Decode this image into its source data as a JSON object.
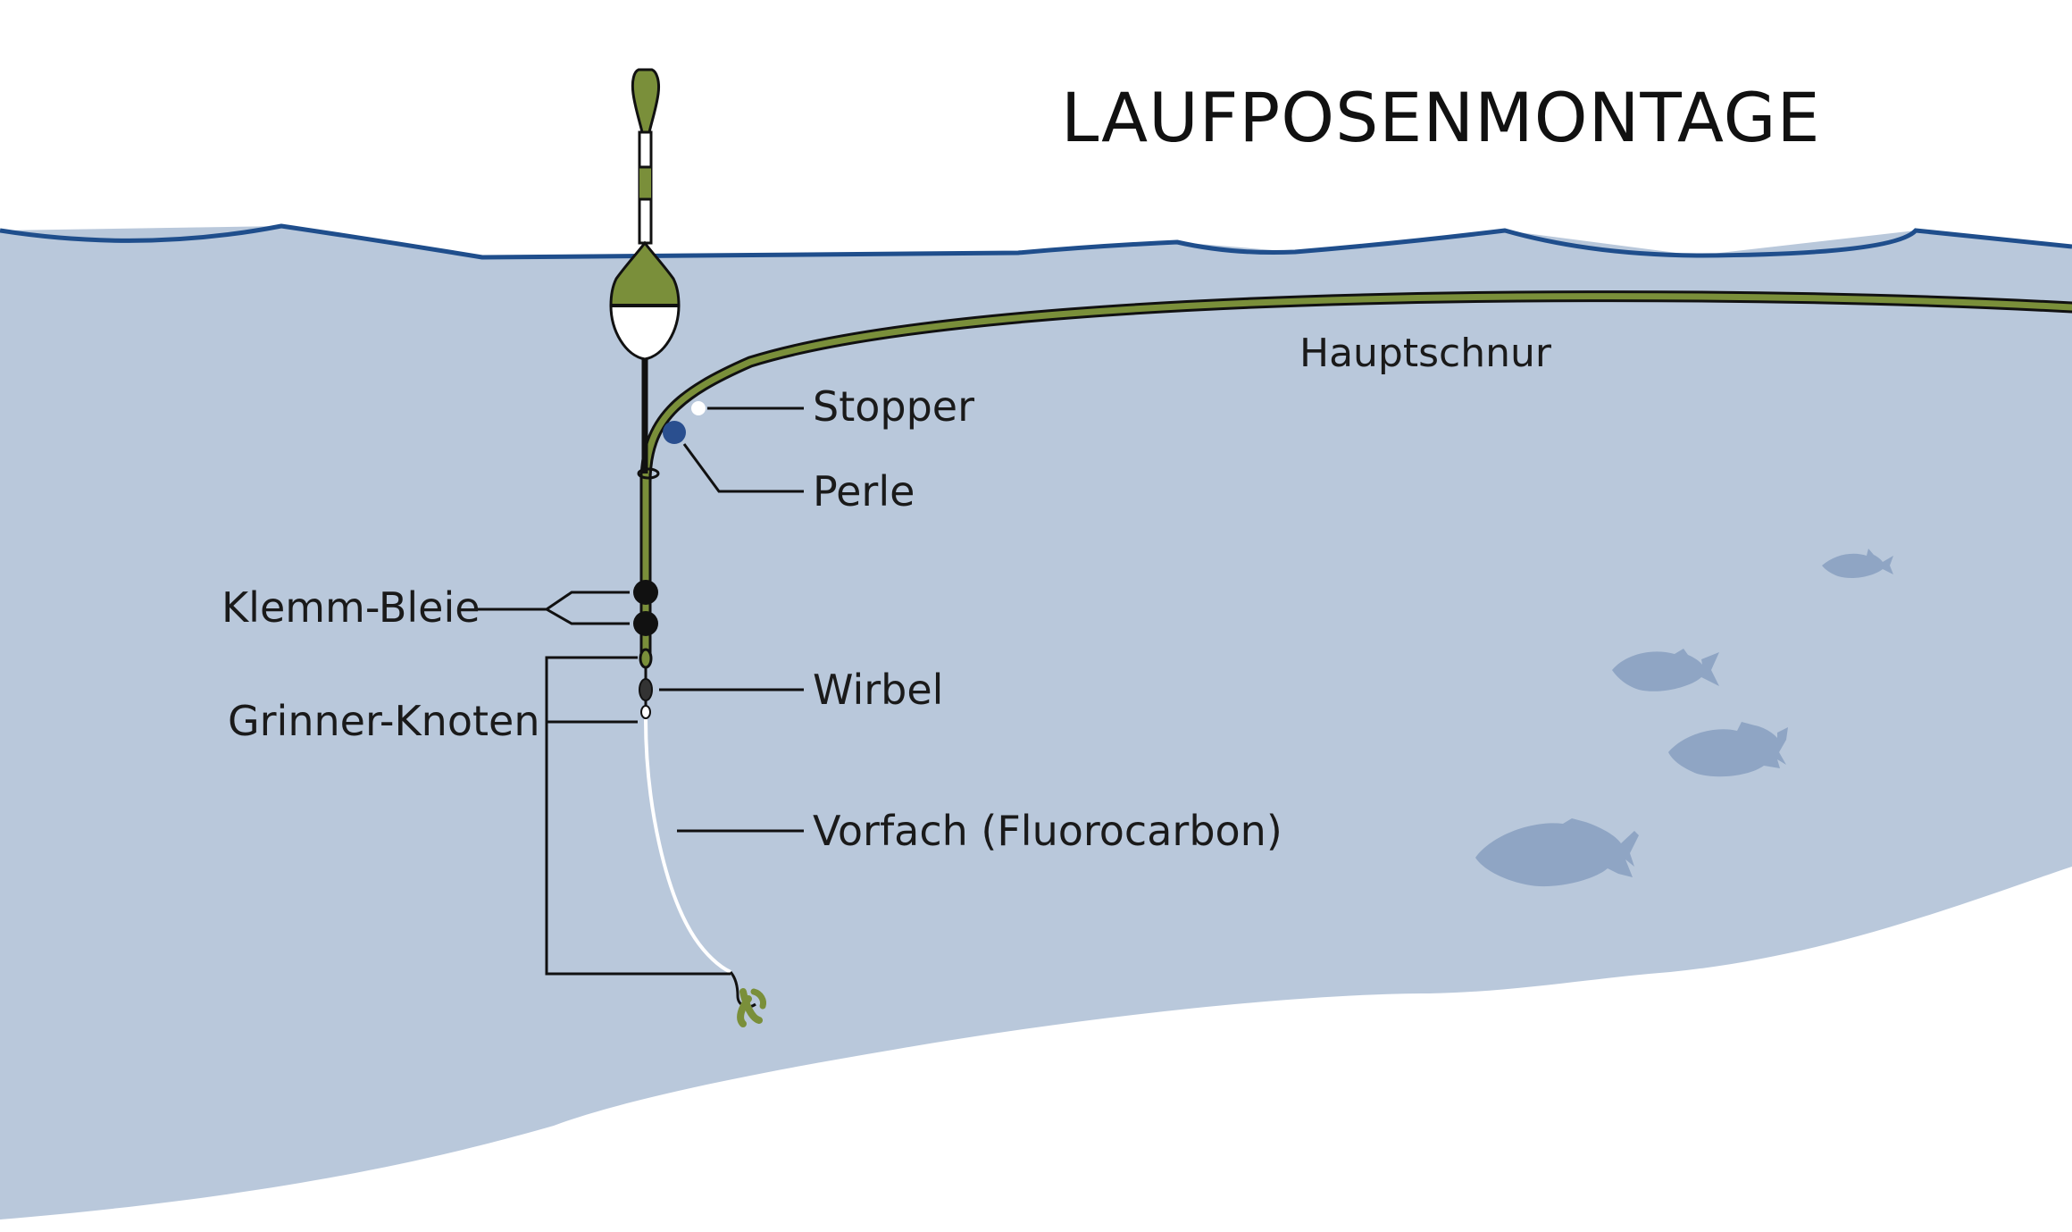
{
  "title": "LAUFPOSENMONTAGE",
  "labels": {
    "main_line": "Hauptschnur",
    "stopper": "Stopper",
    "bead": "Perle",
    "split_shots": "Klemm-Bleie",
    "swivel": "Wirbel",
    "grinner_knot": "Grinner-Knoten",
    "leader": "Vorfach (Fluorocarbon)"
  },
  "colors": {
    "water": "#b9c8db",
    "water_surface": "#1f4e8c",
    "line_green": "#7a8f3a",
    "bead_blue": "#2a4f8f",
    "fish": "#8fa5c4",
    "weights": "#111111"
  },
  "icons": [
    "float-icon",
    "hook-icon",
    "fish-icon"
  ]
}
